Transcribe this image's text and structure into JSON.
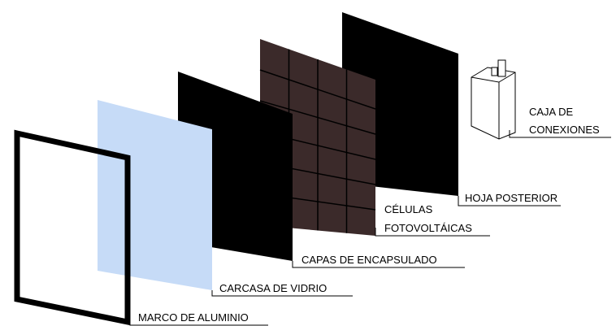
{
  "labels": {
    "caja_line1": "CAJA DE",
    "caja_line2": "CONEXIONES",
    "hoja": "HOJA POSTERIOR",
    "celulas_line1": "CÉLULAS",
    "celulas_line2": "FOTOVOLTÁICAS",
    "capas": "CAPAS DE ENCAPSULADO",
    "carcasa": "CARCASA DE VIDRIO",
    "marco": "MARCO DE ALUMINIO"
  },
  "colors": {
    "glass": "#c6dbf7",
    "cells": "#3b2a2a",
    "cell_grid": "#000000",
    "black_sheet": "#000000",
    "frame": "#000000",
    "box": "#ffffff"
  }
}
